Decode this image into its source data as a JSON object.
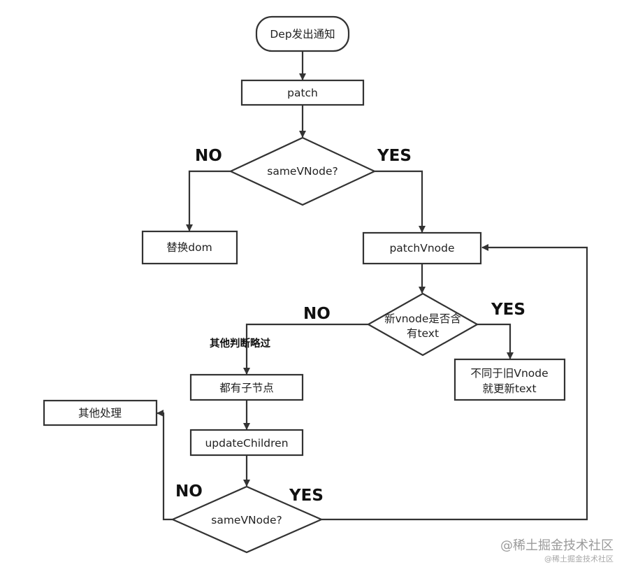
{
  "nodes": {
    "start": "Dep发出通知",
    "patch": "patch",
    "same_vnode_1": "sameVNode?",
    "replace_dom": "替换dom",
    "patch_vnode": "patchVnode",
    "has_text": [
      "新vnode是否含",
      "有text"
    ],
    "update_text": [
      "不同于旧Vnode",
      "就更新text"
    ],
    "has_children": "都有子节点",
    "update_children": "updateChildren",
    "same_vnode_2": "sameVNode?",
    "other_handling": "其他处理"
  },
  "labels": {
    "no_1": "NO",
    "yes_1": "YES",
    "no_2": "NO",
    "yes_2": "YES",
    "no_3": "NO",
    "yes_3": "YES",
    "skip_note": "其他判断略过"
  },
  "watermark": {
    "main": "@稀土掘金技术社区",
    "sub": "@稀土掘金技术社区"
  }
}
